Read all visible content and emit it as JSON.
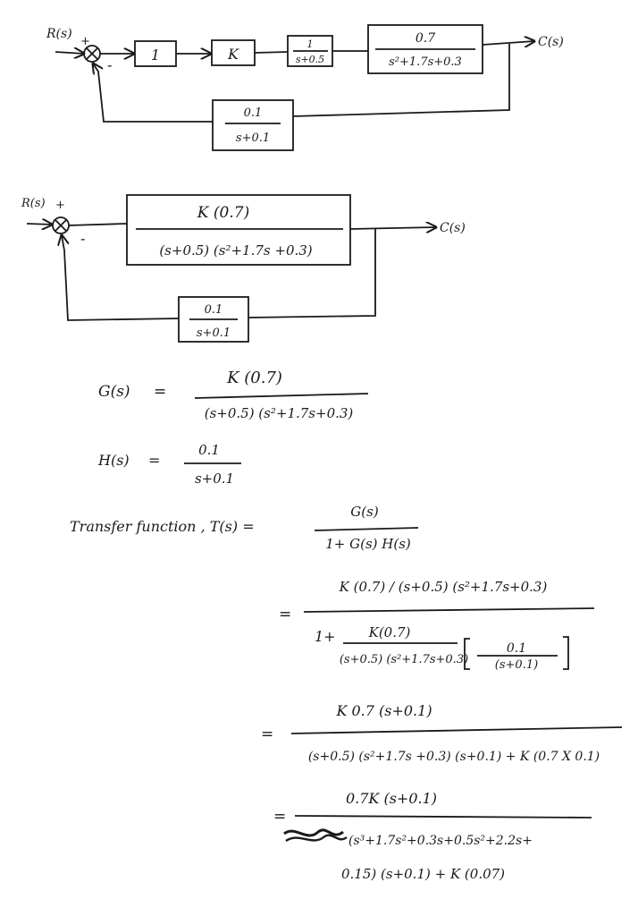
{
  "diagram1": {
    "input": "R(s)",
    "output": "C(s)",
    "plus": "+",
    "minus": "-",
    "b1": "1",
    "b2": "K",
    "b3_num": "1",
    "b3_den": "s+0.5",
    "b4_num": "0.7",
    "b4_den": "s²+1.7s+0.3",
    "fb_num": "0.1",
    "fb_den": "s+0.1"
  },
  "diagram2": {
    "input": "R(s)",
    "output": "C(s)",
    "plus": "+",
    "minus": "-",
    "fwd_num": "K (0.7)",
    "fwd_den": "(s+0.5) (s²+1.7s +0.3)",
    "fb_num": "0.1",
    "fb_den": "s+0.1"
  },
  "equations": {
    "g_label": "G(s)",
    "eq": "=",
    "g_num": "K (0.7)",
    "g_den": "(s+0.5) (s²+1.7s+0.3)",
    "h_label": "H(s)",
    "h_num": "0.1",
    "h_den": "s+0.1",
    "tf_label": "Transfer function ,  T(s) =",
    "tf_num": "G(s)",
    "tf_den": "1+ G(s)  H(s)",
    "s1_num": "K (0.7) / (s+0.5) (s²+1.7s+0.3)",
    "s1_den_lead": "1+",
    "s1_den_num": "K(0.7)",
    "s1_den_den": "(s+0.5) (s²+1.7s+0.3)",
    "s1_bracket_num": "0.1",
    "s1_bracket_den": "(s+0.1)",
    "s2_num": "K 0.7 (s+0.1)",
    "s2_den": "(s+0.5) (s²+1.7s +0.3) (s+0.1) + K (0.7 X 0.1)",
    "s3_num": "0.7K (s+0.1)",
    "s3_den_1": "(s³+1.7s²+0.3s+0.5s²+2.2s+",
    "s3_den_2": "0.15) (s+0.1) + K (0.07)"
  }
}
